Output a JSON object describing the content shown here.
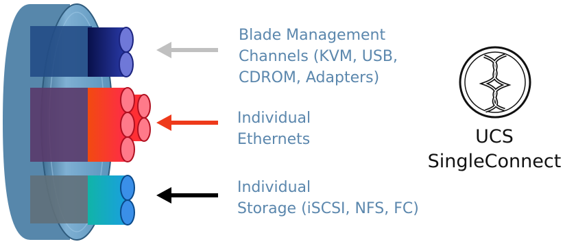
{
  "labels": {
    "management": [
      "Blade Management",
      "Channels (KVM, USB,",
      "CDROM, Adapters)"
    ],
    "ethernet": [
      "Individual",
      "Ethernets"
    ],
    "storage": [
      "Individual",
      "Storage (iSCSI, NFS, FC)"
    ]
  },
  "logo": {
    "title": "UCS",
    "subtitle": "SingleConnect"
  },
  "colors": {
    "label_text": "#5b87ad",
    "arrow_management": "#c0c0c0",
    "arrow_ethernet": "#ee3a1b",
    "arrow_storage": "#000000",
    "cable_ring": "#4f86ad",
    "management_cables": "#1a237e",
    "ethernet_cables": "#ff5a1a",
    "storage_cables": "#18c6c0"
  },
  "icons": {
    "logo": "double-helix-circle-icon"
  }
}
